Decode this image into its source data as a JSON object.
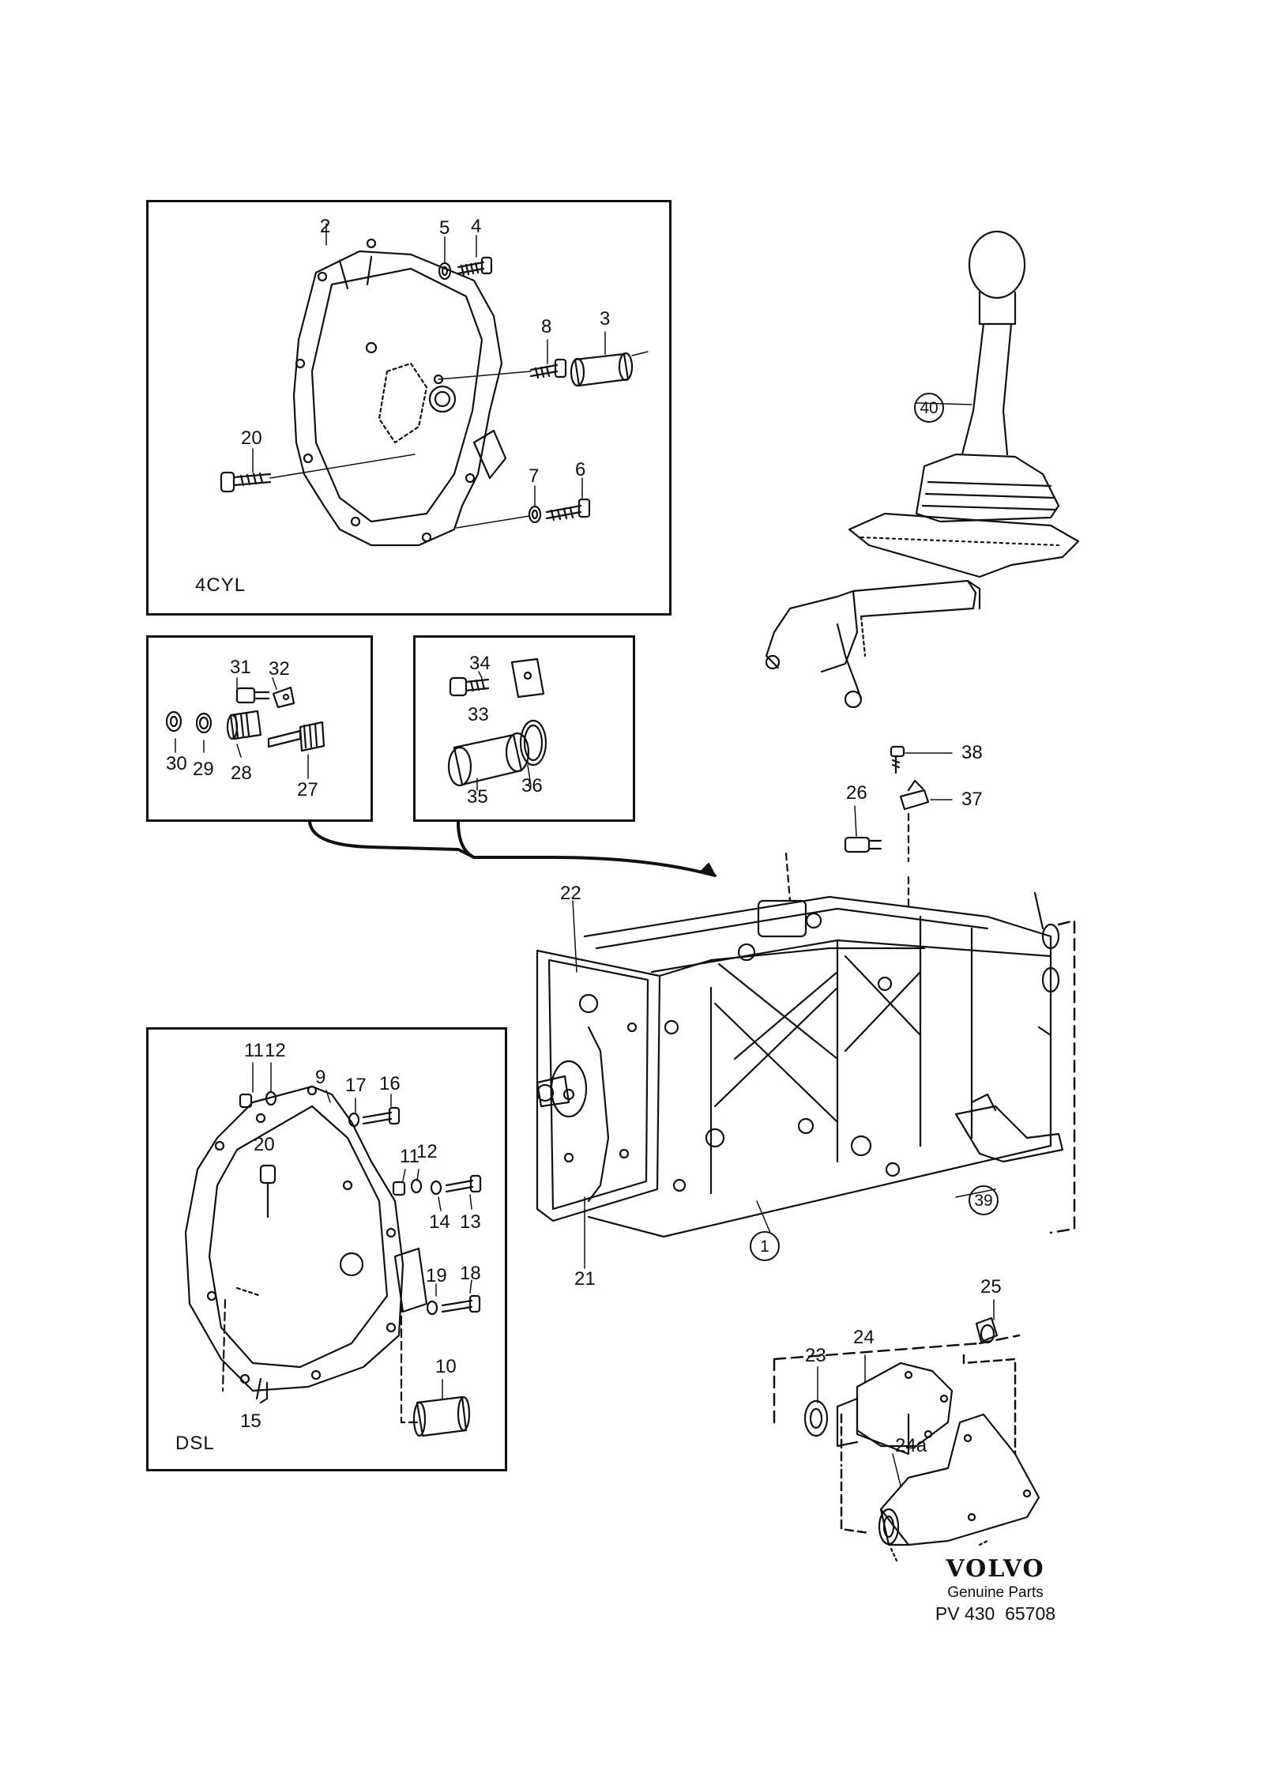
{
  "panels": {
    "cyl4": {
      "label": "4CYL"
    },
    "dsl": {
      "label": "DSL"
    }
  },
  "callouts": {
    "p2": "2",
    "p5": "5",
    "p4": "4",
    "p8": "8",
    "p3": "3",
    "p20a": "20",
    "p7": "7",
    "p6": "6",
    "p31": "31",
    "p32": "32",
    "p30": "30",
    "p29": "29",
    "p28": "28",
    "p27": "27",
    "p34": "34",
    "p33": "33",
    "p35": "35",
    "p36": "36",
    "p40": "40",
    "p38": "38",
    "p26": "26",
    "p37": "37",
    "p22": "22",
    "p21": "21",
    "p1": "1",
    "p39": "39",
    "p11a": "11",
    "p12a": "12",
    "p9": "9",
    "p17": "17",
    "p16": "16",
    "p20b": "20",
    "p11b": "11",
    "p12b": "12",
    "p14": "14",
    "p13": "13",
    "p19": "19",
    "p18": "18",
    "p10": "10",
    "p15": "15",
    "p25": "25",
    "p24": "24",
    "p23": "23",
    "p24a": "24a"
  },
  "brand": {
    "logo": "VOLVO",
    "subtitle": "Genuine Parts",
    "ref": "PV 430  65708"
  }
}
